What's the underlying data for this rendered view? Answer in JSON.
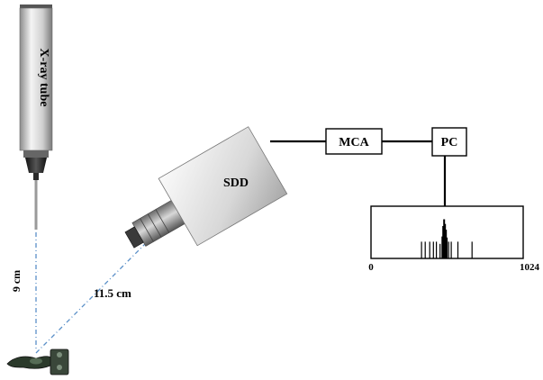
{
  "labels": {
    "xray_tube": "X-ray tube",
    "sdd": "SDD",
    "mca": "MCA",
    "pc": "PC",
    "distance_vertical": "9 cm",
    "distance_diagonal": "11.5 cm",
    "spectrum_axis_min": "0",
    "spectrum_axis_max": "1024"
  },
  "spectrum": {
    "channel_range": [
      0,
      1024
    ],
    "peaks": [
      {
        "channel": 340,
        "height": 0.32
      },
      {
        "channel": 365,
        "height": 0.32
      },
      {
        "channel": 395,
        "height": 0.32
      },
      {
        "channel": 420,
        "height": 0.32
      },
      {
        "channel": 440,
        "height": 0.32
      },
      {
        "channel": 465,
        "height": 0.28
      },
      {
        "channel": 478,
        "height": 0.42
      },
      {
        "channel": 486,
        "height": 0.62
      },
      {
        "channel": 492,
        "height": 0.75
      },
      {
        "channel": 498,
        "height": 0.66
      },
      {
        "channel": 504,
        "height": 0.55
      },
      {
        "channel": 512,
        "height": 0.4
      },
      {
        "channel": 522,
        "height": 0.32
      },
      {
        "channel": 540,
        "height": 0.32
      },
      {
        "channel": 585,
        "height": 0.32
      },
      {
        "channel": 680,
        "height": 0.32
      }
    ]
  },
  "colors": {
    "beam": "#5a8fc8",
    "line": "#000000",
    "body_light": "#f2f2f2",
    "body_dark": "#9a9a9a"
  }
}
